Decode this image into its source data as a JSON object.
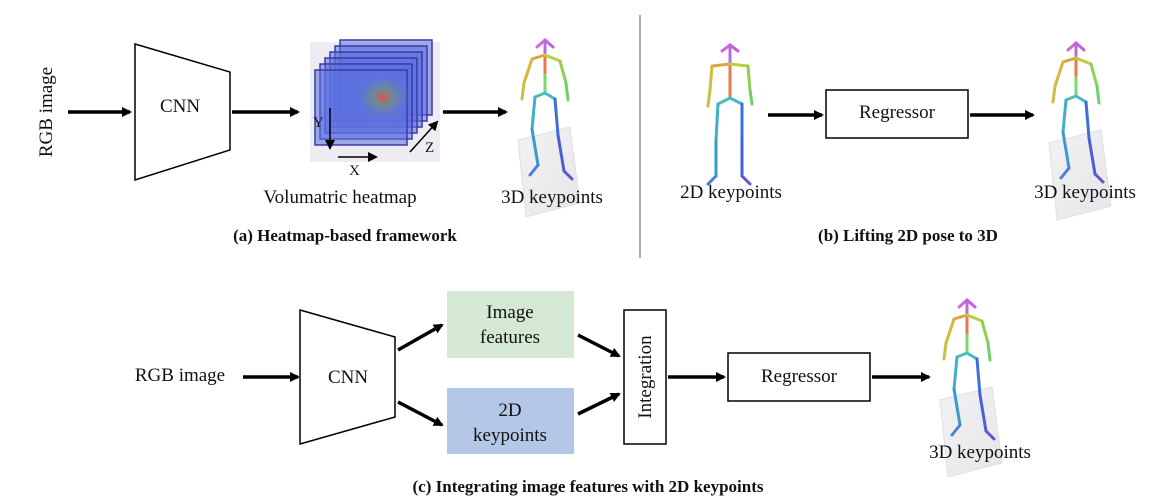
{
  "diagram": {
    "panel_a": {
      "input_label": "RGB image",
      "cnn_label": "CNN",
      "heatmap_label": "Volumatric heatmap",
      "axis_x": "X",
      "axis_y": "Y",
      "axis_z": "Z",
      "output_label": "3D keypoints",
      "caption": "(a) Heatmap-based framework"
    },
    "panel_b": {
      "input_label": "2D keypoints",
      "regressor_label": "Regressor",
      "output_label": "3D keypoints",
      "caption": "(b) Lifting 2D pose to 3D"
    },
    "panel_c": {
      "input_label": "RGB image",
      "cnn_label": "CNN",
      "image_features_line1": "Image",
      "image_features_line2": "features",
      "keypoints2d_line1": "2D",
      "keypoints2d_line2": "keypoints",
      "integration_label": "Integration",
      "regressor_label": "Regressor",
      "output_label": "3D keypoints",
      "caption": "(c) Integrating image features with 2D keypoints"
    },
    "colors": {
      "image_features_fill": "#d5e8d4",
      "keypoints2d_fill": "#b4c7e7",
      "heatmap_fill": "#5b6fe0",
      "heatmap_stroke": "#3a3aa8",
      "arrow": "#000000"
    }
  }
}
